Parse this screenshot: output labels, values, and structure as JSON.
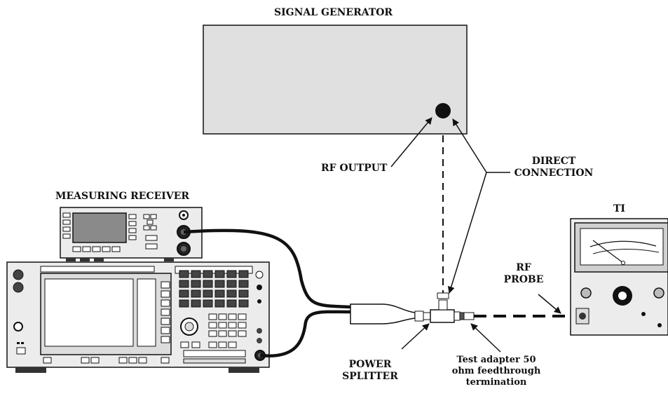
{
  "labels": {
    "signal_generator": "SIGNAL GENERATOR",
    "rf_output": "RF OUTPUT",
    "direct_connection_line1": "DIRECT",
    "direct_connection_line2": "CONNECTION",
    "measuring_receiver": "MEASURING RECEIVER",
    "ti": "TI",
    "rf_probe_line1": "RF",
    "rf_probe_line2": "PROBE",
    "power_splitter_line1": "POWER",
    "power_splitter_line2": "SPLITTER",
    "test_adapter_line1": "Test adapter 50",
    "test_adapter_line2": "ohm feedthrough",
    "test_adapter_line3": "termination"
  }
}
